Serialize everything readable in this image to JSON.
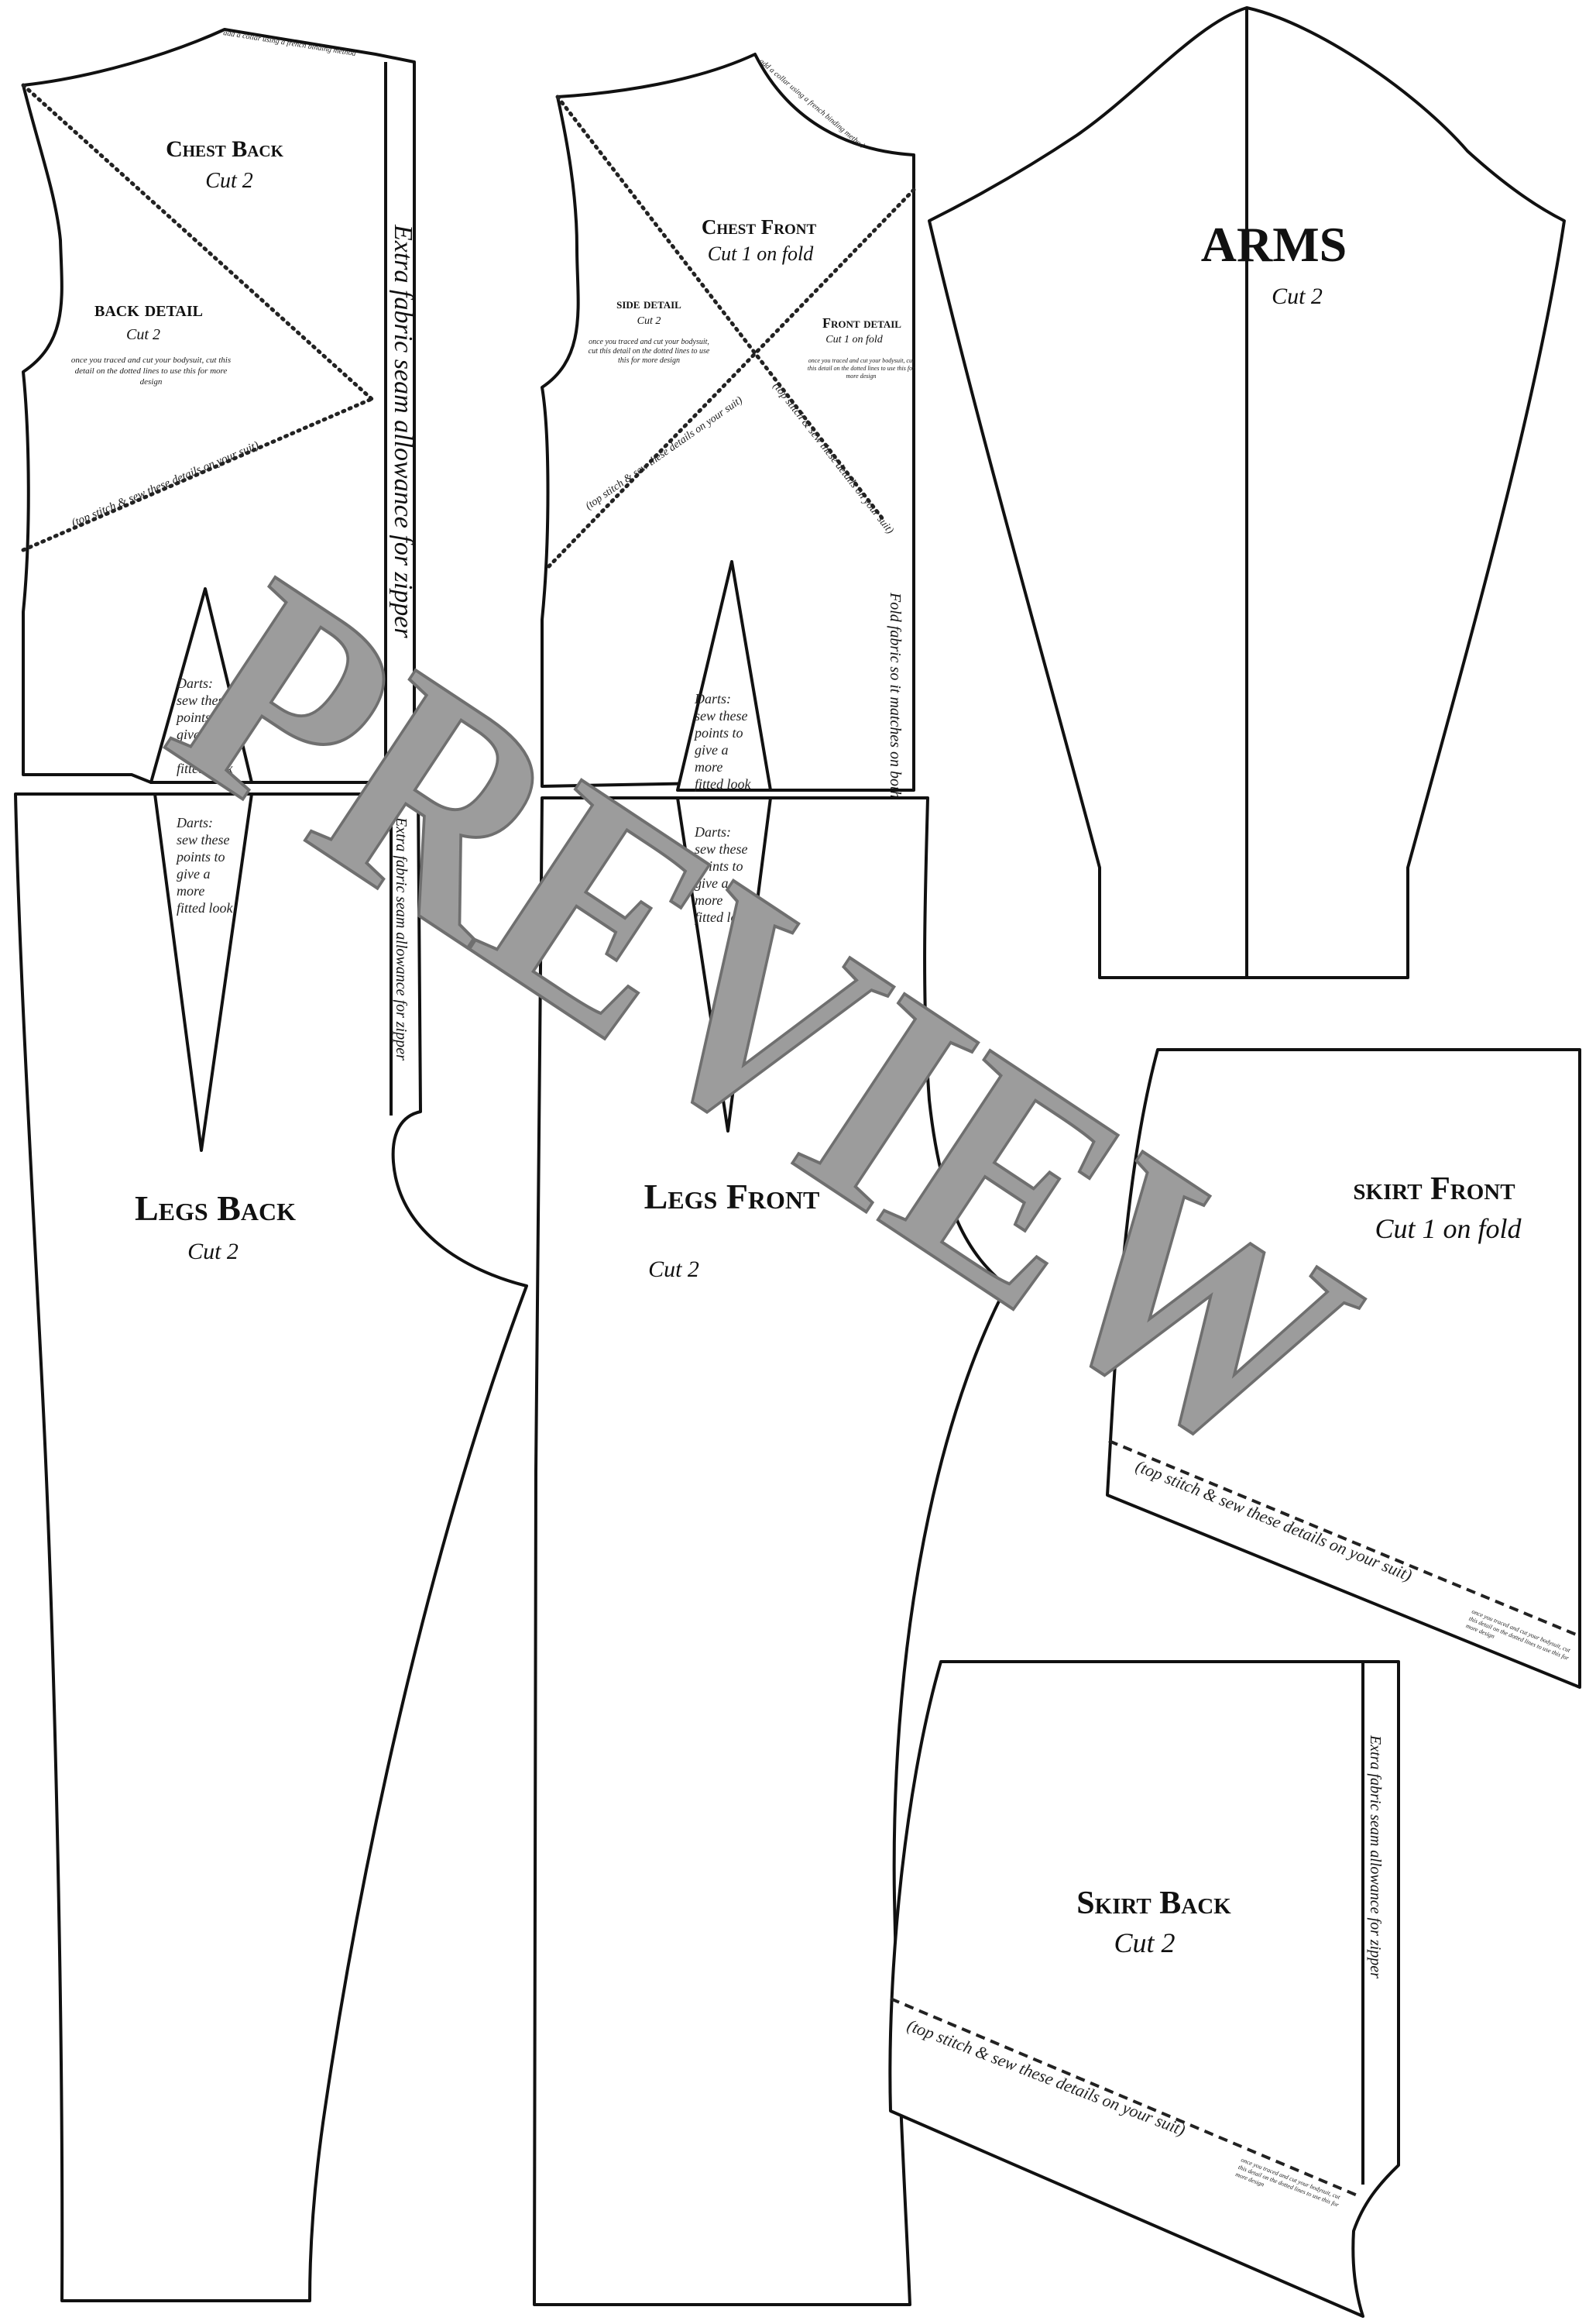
{
  "colors": {
    "outline": "#111111",
    "paper": "#ffffff",
    "watermark": "#9c9c9c"
  },
  "pieces": {
    "chest_back": {
      "title": "Chest Back",
      "cut": "Cut 2",
      "collar_note": "add a collar using a french binding method",
      "detail_title": "back detail",
      "detail_cut": "Cut 2",
      "detail_note_1": "once you traced and cut your bodysuit, cut this",
      "detail_note_2": "detail on the dotted lines to use this for more",
      "detail_note_3": "design",
      "topstitch": "(top stitch & sew these details on your suit)",
      "darts": [
        "Darts:",
        "sew these",
        "points to",
        "give a",
        "more",
        "fitted look"
      ]
    },
    "zipper_allowance_large": "Extra fabric seam allowance for zipper",
    "chest_front": {
      "title": "Chest Front",
      "cut": "Cut 1 on fold",
      "collar_note": "add a collar using a french binding method",
      "side_title": "side detail",
      "side_cut": "Cut 2",
      "side_note_1": "once you traced and cut your bodysuit,",
      "side_note_2": "cut this detail on the dotted lines to use",
      "side_note_3": "this for more design",
      "front_title": "Front detail",
      "front_cut": "Cut 1 on fold",
      "front_note_1": "once you traced and cut your bodysuit, cut",
      "front_note_2": "this detail on the dotted lines to use this for",
      "front_note_3": "more design",
      "topstitch_left": "(top stitch & sew these details on your suit)",
      "topstitch_right": "(top stitch & sew these details on your suit)",
      "fold_note": "Fold fabric so it matches on both sides",
      "darts": [
        "Darts:",
        "sew these",
        "points to",
        "give a",
        "more",
        "fitted look"
      ]
    },
    "arms": {
      "title": "ARMS",
      "cut": "Cut 2"
    },
    "legs_back": {
      "title": "Legs Back",
      "cut": "Cut 2",
      "darts": [
        "Darts:",
        "sew these",
        "points to",
        "give a",
        "more",
        "fitted look"
      ],
      "zipper_note": "Extra fabric seam allowance for zipper"
    },
    "legs_front": {
      "title": "Legs Front",
      "cut": "Cut 2",
      "darts": [
        "Darts:",
        "sew these",
        "points to",
        "give a",
        "more",
        "fitted look"
      ]
    },
    "skirt_front": {
      "title": "skirt Front",
      "cut": "Cut 1 on fold",
      "topstitch": "(top stitch & sew these details on your suit)",
      "small_note_1": "once you traced and cut your bodysuit, cut",
      "small_note_2": "this detail on the dotted lines to use this for",
      "small_note_3": "more design"
    },
    "skirt_back": {
      "title": "Skirt Back",
      "cut": "Cut 2",
      "topstitch": "(top stitch & sew these details on your suit)",
      "zipper_note": "Extra fabric seam allowance for zipper",
      "small_note_1": "once you traced and cut your bodysuit, cut",
      "small_note_2": "this detail on the dotted lines to use this for",
      "small_note_3": "more design"
    }
  },
  "watermark": "PREVIEW"
}
